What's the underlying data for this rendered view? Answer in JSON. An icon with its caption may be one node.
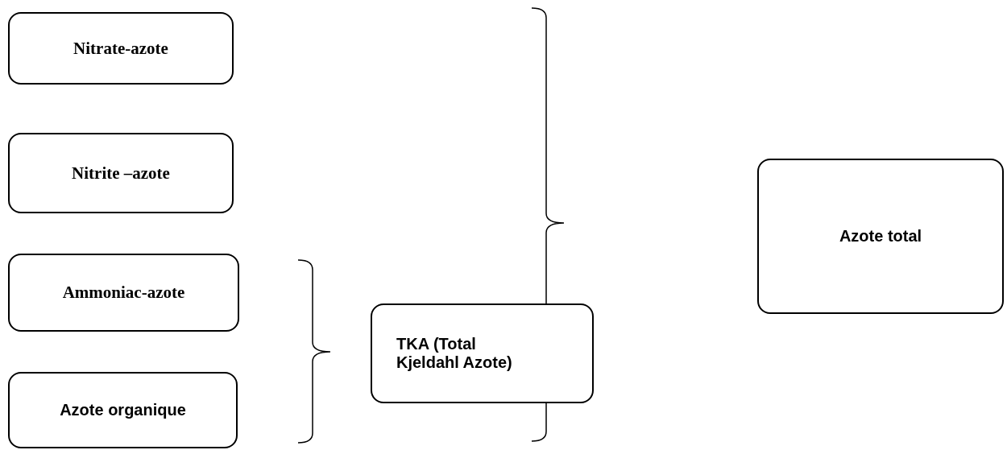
{
  "diagram": {
    "nodes": [
      {
        "text": [
          "Nitrate-azote"
        ]
      },
      {
        "text": [
          "Nitrite –azote"
        ]
      },
      {
        "text": [
          "Ammoniac-azote"
        ]
      },
      {
        "text": [
          "Azote organique"
        ]
      },
      {
        "text": [
          "TKA (Total Kjeldahl Azote)"
        ]
      },
      {
        "text": [
          "Azote total"
        ]
      }
    ],
    "edges": []
  }
}
